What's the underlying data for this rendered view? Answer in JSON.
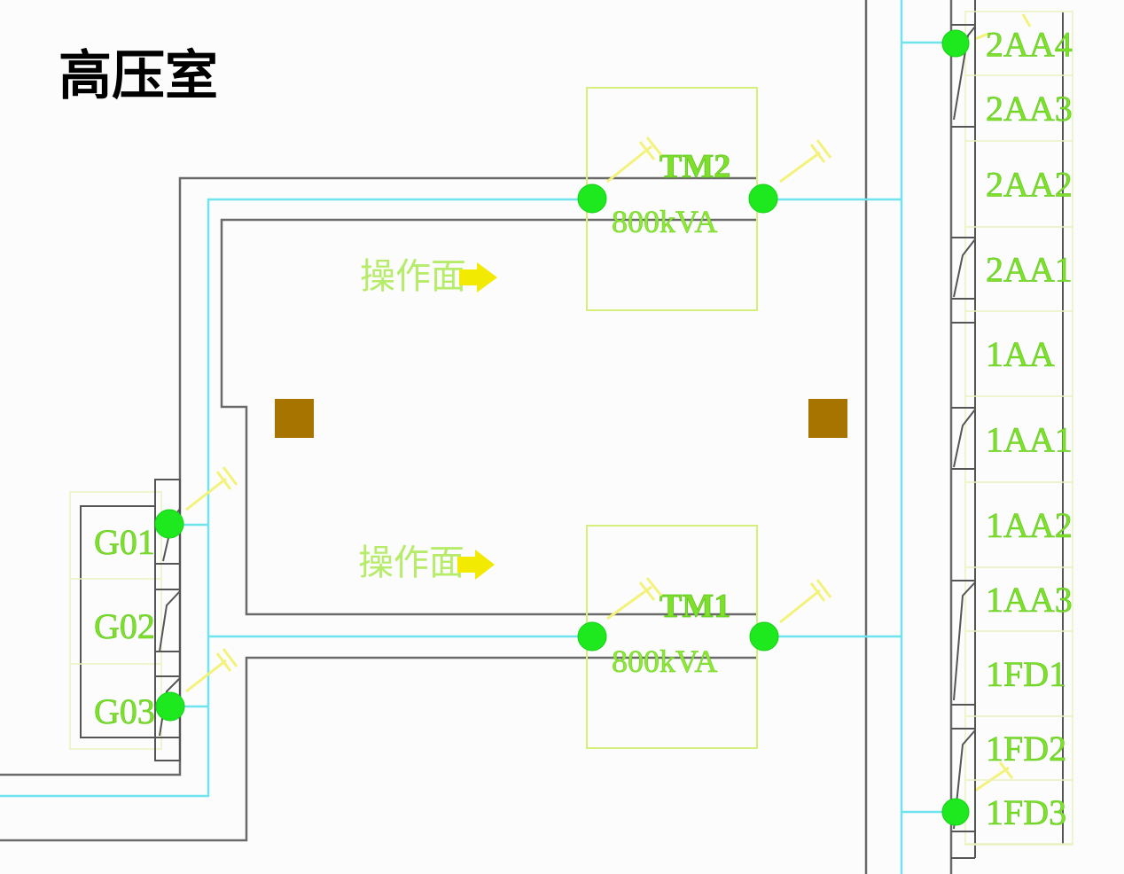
{
  "drawing": {
    "title": "高压室",
    "colors": {
      "background": "#fcfcfd",
      "wall": "#6a6a6a",
      "cable": "#6fe3ee",
      "node": "#1ee81e",
      "label_green": "#7ee02a",
      "operating_face_text": "#b6ec6a",
      "arrow": "#f2ea00",
      "column": "#a87400"
    },
    "transformers": [
      {
        "id": "tm2",
        "name": "TM2",
        "rating": "800kVA"
      },
      {
        "id": "tm1",
        "name": "TM1",
        "rating": "800kVA"
      }
    ],
    "operating_face": [
      {
        "label": "操作面",
        "arrow_icon": "right-arrow-icon"
      },
      {
        "label": "操作面",
        "arrow_icon": "right-arrow-icon"
      }
    ],
    "hv_panels": [
      "G01",
      "G02",
      "G03"
    ],
    "lv_panels": [
      "2AA4",
      "2AA3",
      "2AA2",
      "2AA1",
      "1AA",
      "1AA1",
      "1AA2",
      "1AA3",
      "1FD1",
      "1FD2",
      "1FD3"
    ]
  }
}
